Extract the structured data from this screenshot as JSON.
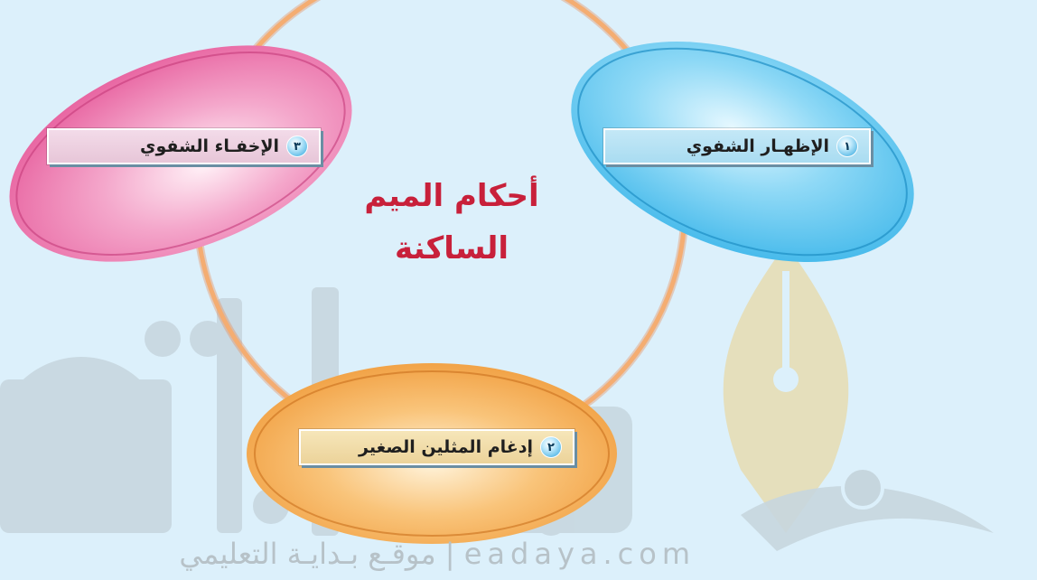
{
  "center_title": {
    "line1": "أحكام الميم",
    "line2": "الساكنة"
  },
  "items": [
    {
      "number": "١",
      "label": "الإظهـار الشفوي",
      "color": "#5ec8f0"
    },
    {
      "number": "٢",
      "label": "إدغام المثلين الصغير",
      "color": "#f5a84a"
    },
    {
      "number": "٣",
      "label": "الإخفـاء الشفوي",
      "color": "#ef86b6"
    }
  ],
  "watermark": {
    "logo_text": "بداية",
    "footer": "موقـع بـدايـة التعليمي | eadaya.com"
  },
  "colors": {
    "background": "#dcf0fb",
    "ring": "#f2a064",
    "title": "#c8203a"
  }
}
